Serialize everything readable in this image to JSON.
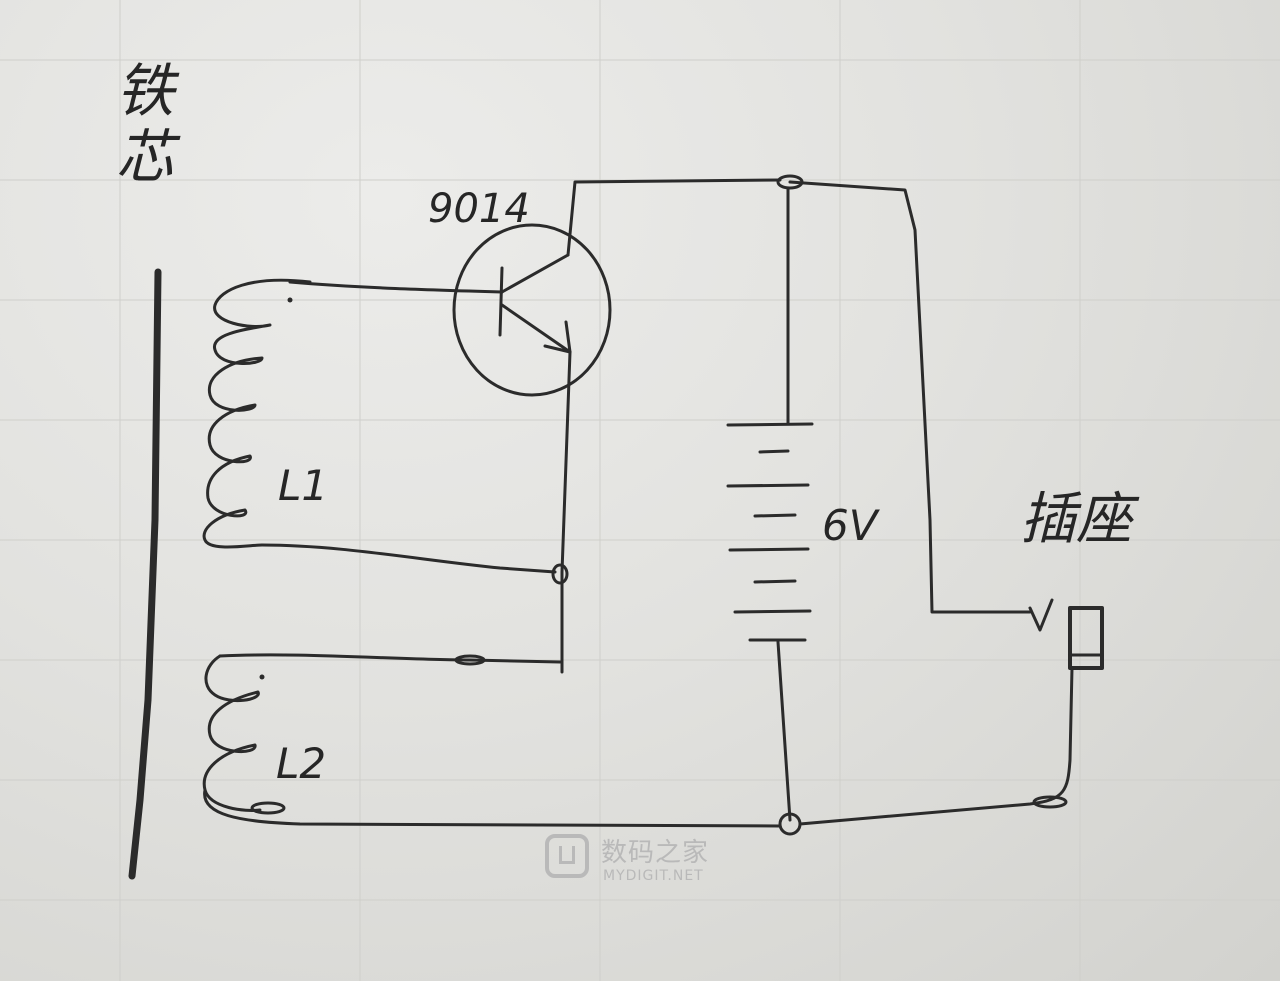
{
  "labels": {
    "iron_core": "铁芯",
    "transistor": "9014",
    "coil_1": "L1",
    "coil_2": "L2",
    "battery_voltage": "6V",
    "socket": "插座"
  },
  "watermark": {
    "site_cn": "数码之家",
    "site_en": "MYDIGIT.NET"
  }
}
